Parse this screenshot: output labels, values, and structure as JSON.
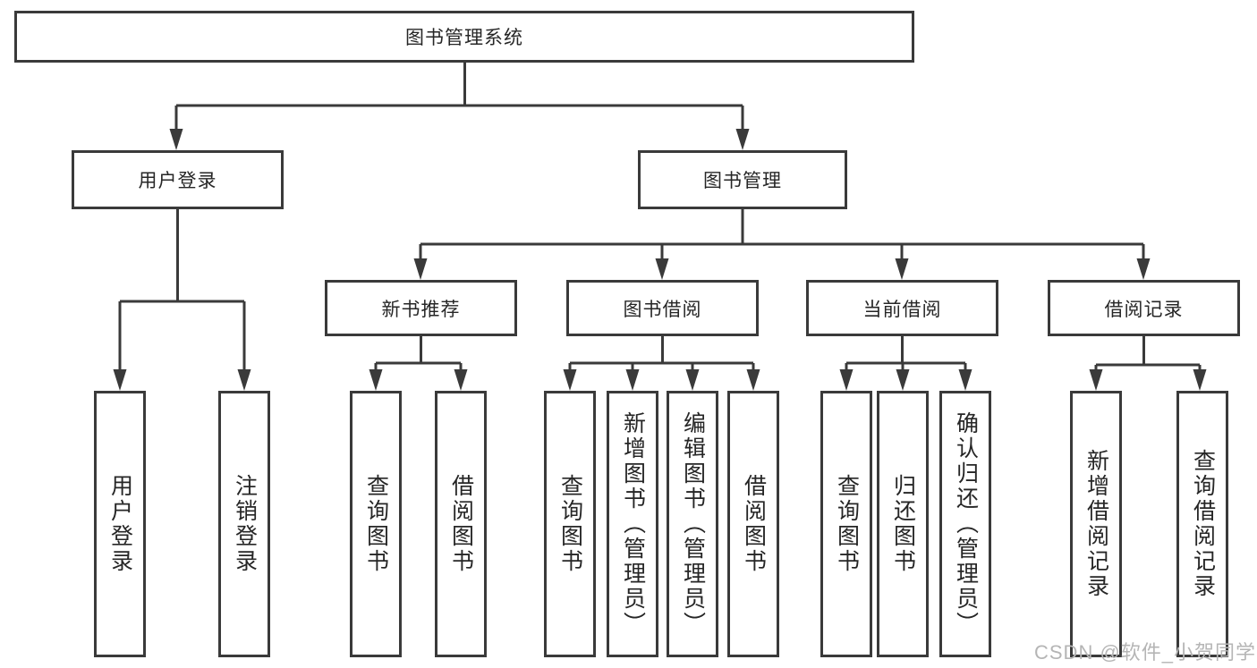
{
  "diagram": {
    "root": {
      "label": "图书管理系统"
    },
    "user_login": {
      "label": "用户登录",
      "children": {
        "login": {
          "label": "用户登录"
        },
        "logout": {
          "label": "注销登录"
        }
      }
    },
    "book_mgmt": {
      "label": "图书管理",
      "groups": {
        "new_book": {
          "label": "新书推荐",
          "children": {
            "query": {
              "label": "查询图书"
            },
            "borrow": {
              "label": "借阅图书"
            }
          }
        },
        "borrowing": {
          "label": "图书借阅",
          "children": {
            "query": {
              "label": "查询图书"
            },
            "add": {
              "label": "新增图书（管理员）"
            },
            "edit": {
              "label": "编辑图书（管理员）"
            },
            "borrow": {
              "label": "借阅图书"
            }
          }
        },
        "current": {
          "label": "当前借阅",
          "children": {
            "query": {
              "label": "查询图书"
            },
            "return": {
              "label": "归还图书"
            },
            "confirm": {
              "label": "确认归还（管理员）"
            }
          }
        },
        "records": {
          "label": "借阅记录",
          "children": {
            "add": {
              "label": "新增借阅记录"
            },
            "query": {
              "label": "查询借阅记录"
            }
          }
        }
      }
    }
  },
  "watermark": {
    "text": "CSDN @软件_小贺同学"
  },
  "colors": {
    "line": "#3a3a3a",
    "border": "#3a3a3a",
    "text": "#262626",
    "watermark": "#b5b5b5",
    "background": "#ffffff"
  }
}
